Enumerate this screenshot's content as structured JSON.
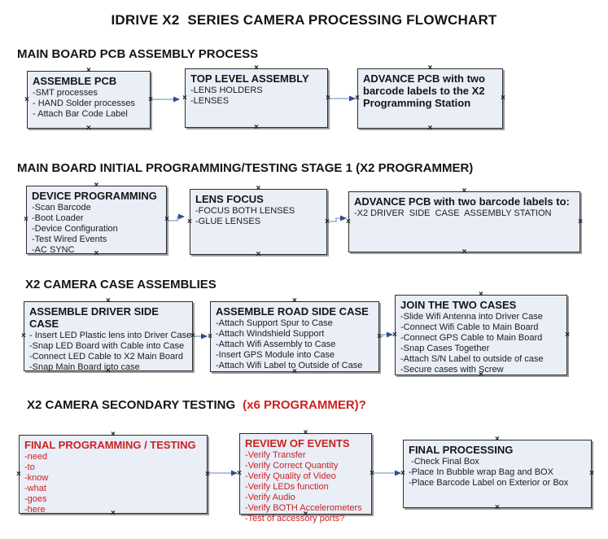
{
  "title": "IDRIVE X2  SERIES CAMERA PROCESSING FLOWCHART",
  "colors": {
    "box_fill": "#e9eef7",
    "box_border": "#2e2e2e",
    "shadow": "#9b9b9b",
    "arrow_line": "#98afd0",
    "arrow_head": "#2d4f92",
    "red": "#cc2222",
    "black": "#151515"
  },
  "sections": [
    {
      "heading": "MAIN BOARD PCB ASSEMBLY PROCESS",
      "boxes": [
        {
          "title": "ASSEMBLE PCB",
          "lines": [
            "-SMT processes",
            "- HAND Solder processes",
            "- Attach Bar Code Label"
          ]
        },
        {
          "title": "TOP LEVEL ASSEMBLY",
          "lines": [
            "-LENS HOLDERS",
            "-LENSES"
          ]
        },
        {
          "title": "ADVANCE PCB with two barcode labels to the  X2 Programming Station",
          "lines": []
        }
      ]
    },
    {
      "heading": "MAIN BOARD INITIAL PROGRAMMING/TESTING STAGE 1 (X2 PROGRAMMER)",
      "boxes": [
        {
          "title": "DEVICE PROGRAMMING",
          "lines": [
            "-Scan Barcode",
            "-Boot Loader",
            "-Device Configuration",
            "-Test Wired Events",
            "-AC SYNC"
          ]
        },
        {
          "title": "LENS FOCUS",
          "lines": [
            "-FOCUS BOTH LENSES",
            "-GLUE LENSES"
          ]
        },
        {
          "title": "ADVANCE PCB with two barcode labels to:",
          "lines": [
            "-X2 DRIVER  SIDE  CASE  ASSEMBLY STATION"
          ]
        }
      ]
    },
    {
      "heading": "X2 CAMERA CASE ASSEMBLIES",
      "boxes": [
        {
          "title": "ASSEMBLE DRIVER SIDE CASE",
          "lines": [
            "- Insert LED Plastic lens into Driver Case",
            "-Snap LED Board with Cable into Case",
            "-Connect LED Cable to X2 Main Board",
            "-Snap Main Board into case"
          ]
        },
        {
          "title": "ASSEMBLE ROAD SIDE CASE",
          "lines": [
            "-Attach Support Spur to Case",
            "-Attach Windshield Support",
            "-Attach Wifi Assembly to Case",
            "-Insert GPS Module into Case",
            "-Attach Wifi Label to Outside of Case"
          ]
        },
        {
          "title": "JOIN THE TWO CASES",
          "lines": [
            "-Slide Wifi Antenna into Driver Case",
            "-Connect Wifi Cable to Main Board",
            "-Connect GPS Cable to Main Board",
            "-Snap Cases Together",
            "-Attach S/N Label to outside of case",
            "-Secure cases with Screw"
          ]
        }
      ]
    },
    {
      "heading": "X2 CAMERA SECONDARY TESTING",
      "heading_red": "(x6 PROGRAMMER)?",
      "boxes": [
        {
          "title": "FINAL PROGRAMMING / TESTING",
          "lines": [
            "-need",
            "-to",
            "-know",
            "-what",
            "-goes",
            "-here"
          ]
        },
        {
          "title": "REVIEW OF EVENTS",
          "lines": [
            "-Verify Transfer",
            "-Verify Correct Quantity",
            "-Verify Quality of Video",
            "-Verify LEDs function",
            "-Verify Audio",
            "-Verify BOTH Accelerometers",
            "-Test of accessory ports?"
          ]
        },
        {
          "title": "FINAL PROCESSING",
          "lines": [
            " -Check Final Box",
            "-Place In Bubble wrap Bag and BOX",
            "-Place Barcode Label on Exterior or Box"
          ]
        }
      ]
    }
  ]
}
